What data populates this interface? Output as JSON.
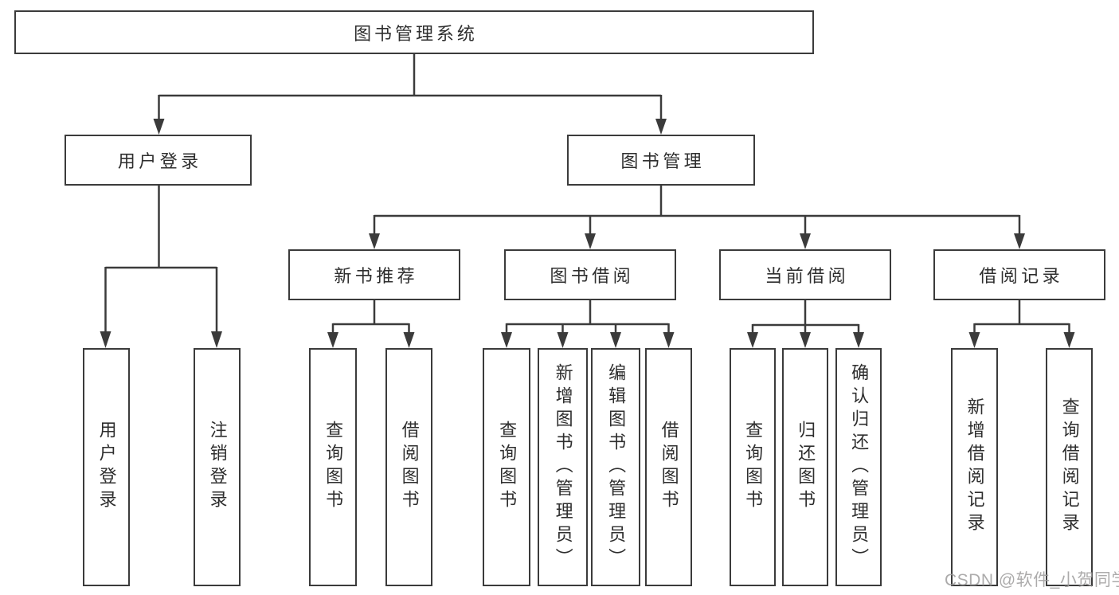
{
  "diagram": {
    "root": {
      "label": "图书管理系统"
    },
    "children": [
      {
        "id": "user-login",
        "label": "用户登录",
        "children": [
          {
            "id": "login",
            "label": "用户登录"
          },
          {
            "id": "logout",
            "label": "注销登录"
          }
        ]
      },
      {
        "id": "book-management",
        "label": "图书管理",
        "children": [
          {
            "id": "new-book-recommend",
            "label": "新书推荐",
            "children": [
              {
                "id": "query-books",
                "label": "查询图书"
              },
              {
                "id": "borrow-books",
                "label": "借阅图书"
              }
            ]
          },
          {
            "id": "book-borrowing",
            "label": "图书借阅",
            "children": [
              {
                "id": "query-books",
                "label": "查询图书"
              },
              {
                "id": "add-books-admin",
                "label": "新增图书（管理员）"
              },
              {
                "id": "edit-books-admin",
                "label": "编辑图书（管理员）"
              },
              {
                "id": "borrow-books",
                "label": "借阅图书"
              }
            ]
          },
          {
            "id": "current-borrowing",
            "label": "当前借阅",
            "children": [
              {
                "id": "query-books",
                "label": "查询图书"
              },
              {
                "id": "return-books",
                "label": "归还图书"
              },
              {
                "id": "confirm-return-admin",
                "label": "确认归还（管理员）"
              }
            ]
          },
          {
            "id": "borrowing-records",
            "label": "借阅记录",
            "children": [
              {
                "id": "add-borrow-record",
                "label": "新增借阅记录"
              },
              {
                "id": "query-borrow-record",
                "label": "查询借阅记录"
              }
            ]
          }
        ]
      }
    ]
  },
  "watermark": {
    "text": "CSDN @软件_小贺同学"
  },
  "colors": {
    "line": "#3b3b3b",
    "text": "#2e2e2e",
    "watermark": "#9e9c9c"
  }
}
